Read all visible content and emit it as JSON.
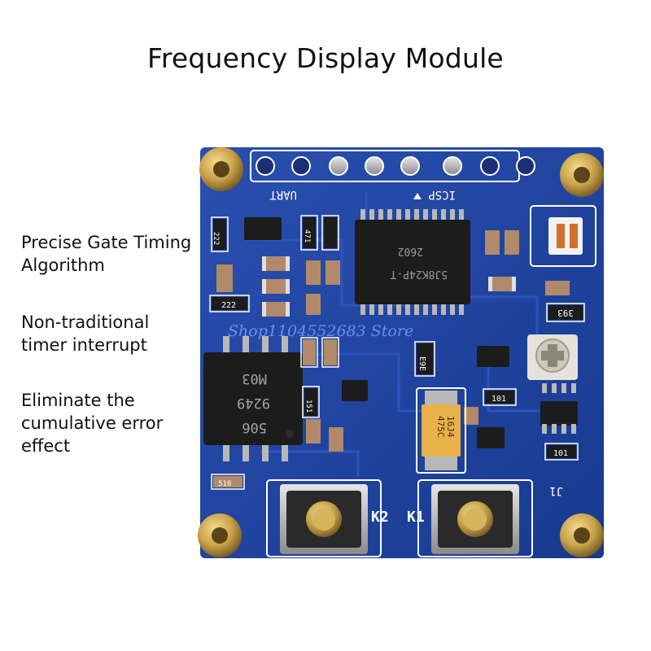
{
  "page": {
    "title": "Frequency Display Module",
    "features": [
      "Precise Gate Timing Algorithm",
      "Non-traditional timer interrupt",
      "Eliminate the cumulative error effect"
    ]
  },
  "board": {
    "labels": {
      "uart": "UART",
      "icsp": "ICSP",
      "k2": "K2",
      "k1": "K1",
      "j1": "J1",
      "chip_main_1": "2602",
      "chip_main_2": "5J8K24P-T",
      "chip_left_1": "M03",
      "chip_left_2": "9249",
      "chip_left_3": "506",
      "cap_1": "475C",
      "cap_2": "16J4",
      "res_222a": "222",
      "res_222b": "222",
      "res_471": "471",
      "res_151": "151",
      "res_393": "393",
      "res_e9e": "E9E",
      "res_101a": "101",
      "res_101b": "101",
      "res_510": "510"
    },
    "watermark": "Shop1104552683 Store",
    "colors": {
      "pcb": "#1f3f9a",
      "pcb_dark": "#14307e",
      "silk": "#ffffff",
      "brass": "#c9a24a",
      "chip": "#1c1c1c"
    }
  }
}
